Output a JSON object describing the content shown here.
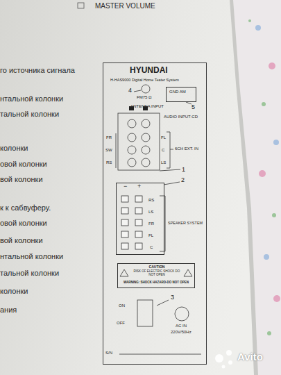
{
  "diagram": {
    "nodes": [
      {
        "text": [
          "HYUNDAI",
          "H-HAS9000 Digital Home Teater System"
        ]
      },
      {
        "text": [
          "GND AM"
        ],
        "in": 0
      },
      {
        "text": [
          "RS",
          "LS",
          "FR",
          "FL",
          "C"
        ],
        "in": 0
      },
      {
        "text": [
          "CAUTION",
          "RISK OF ELECTRIC SHOCK DO NOT OPEN",
          "WARNING: SHOCK HAZARD-DO NOT OPEN"
        ],
        "in": 0
      }
    ],
    "labels": [
      "MASTER VOLUME",
      "го источника сигнала",
      "нтальной колонки",
      "тальной колонки",
      "колонки",
      "овой колонки",
      "вой колонки",
      "к к сабвуферу.",
      "овой колонки",
      "вой колонки",
      "нтальной колонки",
      "тальной колонки",
      "колонки",
      "ания",
      "4",
      "FM75 Ω",
      "5",
      "ANTENNA INPUT",
      "AUDIO INPUT-CD",
      "FR",
      "SW",
      "RS",
      "FL",
      "C",
      "LS",
      "6CH EXT. IN",
      "1",
      "2",
      "−",
      "+",
      "SPEAKER SYSTEM",
      "3",
      "ON",
      "OFF",
      "AC IN",
      "220V/50Hz",
      "S/N",
      "Avito"
    ]
  }
}
